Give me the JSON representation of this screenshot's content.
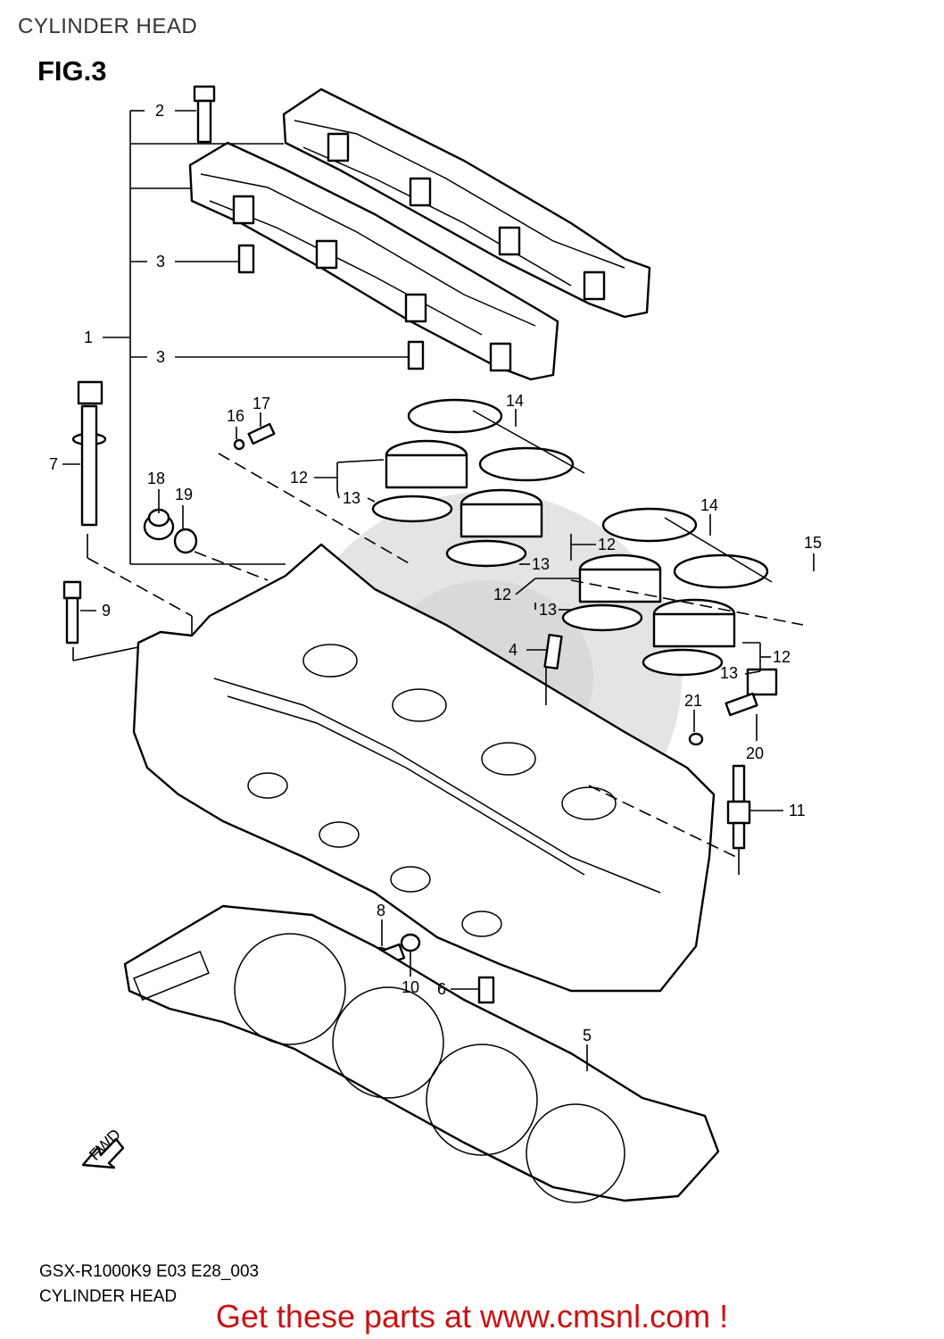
{
  "header": {
    "section_title": "CYLINDER HEAD",
    "figure_label": "FIG.3"
  },
  "callouts": [
    "1",
    "2",
    "3",
    "3",
    "4",
    "5",
    "6",
    "7",
    "8",
    "9",
    "10",
    "11",
    "12",
    "12",
    "12",
    "12",
    "13",
    "13",
    "13",
    "13",
    "14",
    "14",
    "15",
    "16",
    "17",
    "18",
    "19",
    "20",
    "21"
  ],
  "direction_marker": "FWD",
  "footer": {
    "model_code": "GSX-R1000K9 E03 E28_003",
    "caption": "CYLINDER HEAD"
  },
  "promo": {
    "text": "Get these parts at www.cmsnl.com !",
    "color": "#cc1111"
  },
  "colors": {
    "line": "#000000",
    "background": "#ffffff",
    "watermark": "#cfcfcf"
  }
}
